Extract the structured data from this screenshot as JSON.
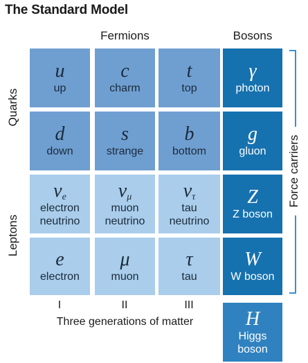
{
  "title": "The Standard Model",
  "headers": {
    "fermions": "Fermions",
    "bosons": "Bosons"
  },
  "row_labels": {
    "quarks": "Quarks",
    "leptons": "Leptons"
  },
  "side_label": "Force carriers",
  "generations": [
    "I",
    "II",
    "III"
  ],
  "generations_caption": "Three generations of matter",
  "quarks": [
    {
      "symbol": "u",
      "name": "up"
    },
    {
      "symbol": "c",
      "name": "charm"
    },
    {
      "symbol": "t",
      "name": "top"
    },
    {
      "symbol": "d",
      "name": "down"
    },
    {
      "symbol": "s",
      "name": "strange"
    },
    {
      "symbol": "b",
      "name": "bottom"
    }
  ],
  "leptons": [
    {
      "symbol": "ν",
      "sub": "e",
      "name1": "electron",
      "name2": "neutrino"
    },
    {
      "symbol": "ν",
      "sub": "μ",
      "name1": "muon",
      "name2": "neutrino"
    },
    {
      "symbol": "ν",
      "sub": "τ",
      "name1": "tau",
      "name2": "neutrino"
    },
    {
      "symbol": "e",
      "name": "electron"
    },
    {
      "symbol": "μ",
      "name": "muon"
    },
    {
      "symbol": "τ",
      "name": "tau"
    }
  ],
  "bosons": [
    {
      "symbol": "γ",
      "name": "photon"
    },
    {
      "symbol": "g",
      "name": "gluon"
    },
    {
      "symbol": "Z",
      "name": "Z boson"
    },
    {
      "symbol": "W",
      "name": "W boson"
    }
  ],
  "higgs": {
    "symbol": "H",
    "name1": "Higgs",
    "name2": "boson"
  },
  "colors": {
    "quark": "#6f9fd1",
    "lepton": "#a9cdeb",
    "boson": "#1671af",
    "higgs": "#2f82bf",
    "bracket": "#3a8fd0"
  }
}
